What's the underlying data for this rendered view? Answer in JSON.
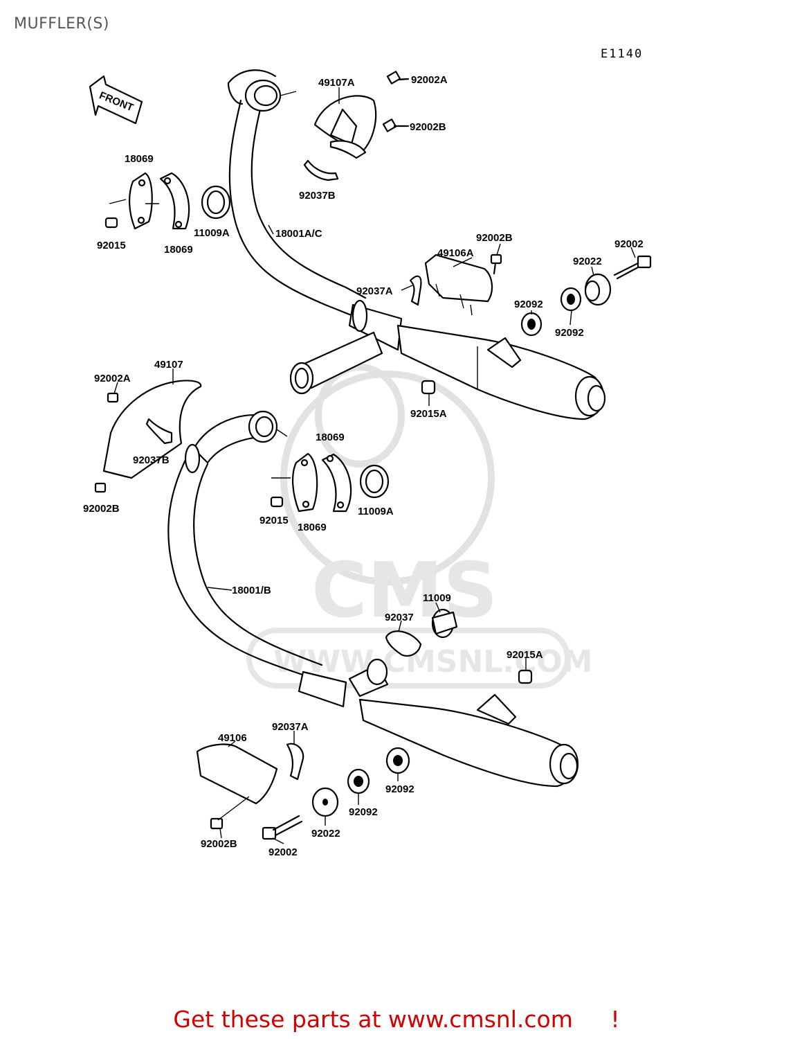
{
  "header": {
    "title": "MUFFLER(S)",
    "diagram_code": "E1140"
  },
  "front_arrow": {
    "label": "FRONT"
  },
  "watermark": {
    "brand": "CMS",
    "url": "WWW.CMSNL.COM"
  },
  "labels": {
    "p49107A": "49107A",
    "p92002A_top": "92002A",
    "p92002B_top": "92002B",
    "p18069_a": "18069",
    "p18069_b": "18069",
    "p11009A_a": "11009A",
    "p92015_a": "92015",
    "p92037B_top": "92037B",
    "p18001AC": "18001A/C",
    "p92002B_shield": "92002B",
    "p49106A": "49106A",
    "p92037A_top": "92037A",
    "p92002_top": "92002",
    "p92022_top": "92022",
    "p92092_a": "92092",
    "p92092_b": "92092",
    "p92015A_a": "92015A",
    "p49107": "49107",
    "p92002A_left": "92002A",
    "p92037B_left": "92037B",
    "p92002B_left": "92002B",
    "p18069_c": "18069",
    "p18069_d": "18069",
    "p92015_b": "92015",
    "p11009A_b": "11009A",
    "p18001B": "18001/B",
    "p11009": "11009",
    "p92037": "92037",
    "p92015A_b": "92015A",
    "p49106": "49106",
    "p92037A_bottom": "92037A",
    "p92092_c": "92092",
    "p92092_d": "92092",
    "p92022_bottom": "92022",
    "p92002B_bottom": "92002B",
    "p92002_bottom": "92002"
  },
  "footer": {
    "text": "Get these parts at www.cmsnl.com",
    "exclaim": "!",
    "color": "#d40000"
  }
}
